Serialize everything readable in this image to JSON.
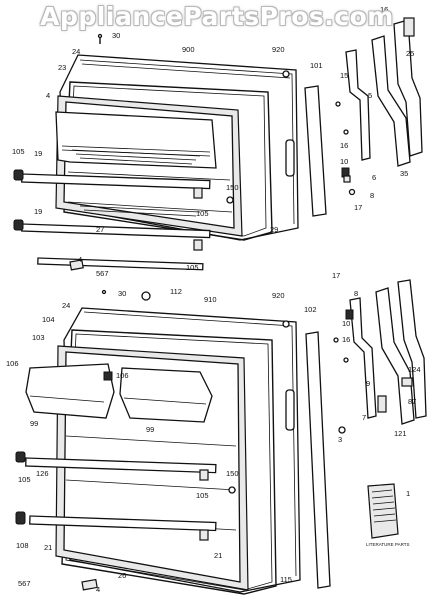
{
  "watermark": "AppliancePartsPros.com",
  "literature_label": "LITERATURE PARTS",
  "callouts_top": [
    "30",
    "900",
    "920",
    "16",
    "25",
    "24",
    "23",
    "4",
    "101",
    "15",
    "5",
    "105",
    "19",
    "10",
    "16",
    "150",
    "8",
    "6",
    "17",
    "105",
    "19",
    "35",
    "27",
    "29",
    "4",
    "567",
    "105"
  ],
  "callouts_bottom": [
    "30",
    "112",
    "910",
    "920",
    "24",
    "104",
    "103",
    "102",
    "106",
    "17",
    "8",
    "16",
    "10",
    "99",
    "106",
    "99",
    "9",
    "124",
    "105",
    "87",
    "126",
    "150",
    "3",
    "121",
    "7",
    "105",
    "21",
    "1",
    "108",
    "21",
    "567",
    "4",
    "26",
    "115"
  ]
}
